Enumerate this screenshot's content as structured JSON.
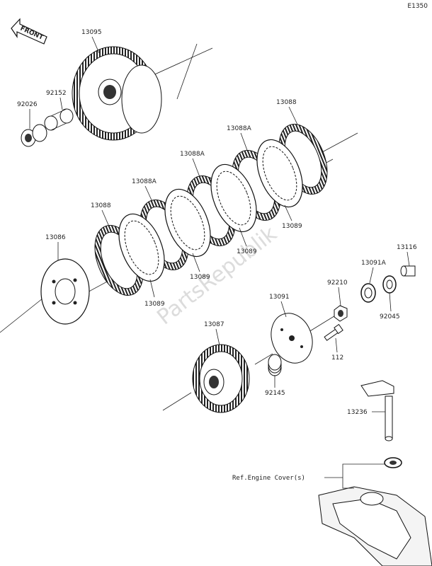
{
  "diagram_code": "E1350",
  "front_label": "FRONT",
  "watermark": "PartsRepublik",
  "ref_label": "Ref.Engine Cover(s)",
  "parts": [
    {
      "id": "p13095",
      "label": "13095"
    },
    {
      "id": "p92152",
      "label": "92152"
    },
    {
      "id": "p92026",
      "label": "92026"
    },
    {
      "id": "p13088_top",
      "label": "13088"
    },
    {
      "id": "p13088A_1",
      "label": "13088A"
    },
    {
      "id": "p13088A_2",
      "label": "13088A"
    },
    {
      "id": "p13088A_3",
      "label": "13088A"
    },
    {
      "id": "p13088_left",
      "label": "13088"
    },
    {
      "id": "p13086",
      "label": "13086"
    },
    {
      "id": "p13089_1",
      "label": "13089"
    },
    {
      "id": "p13089_2",
      "label": "13089"
    },
    {
      "id": "p13089_3",
      "label": "13089"
    },
    {
      "id": "p13089_4",
      "label": "13089"
    },
    {
      "id": "p13116",
      "label": "13116"
    },
    {
      "id": "p13091A",
      "label": "13091A"
    },
    {
      "id": "p92210",
      "label": "92210"
    },
    {
      "id": "p92045",
      "label": "92045"
    },
    {
      "id": "p13091",
      "label": "13091"
    },
    {
      "id": "p13087",
      "label": "13087"
    },
    {
      "id": "p112",
      "label": "112"
    },
    {
      "id": "p92145",
      "label": "92145"
    },
    {
      "id": "p13236",
      "label": "13236"
    }
  ]
}
